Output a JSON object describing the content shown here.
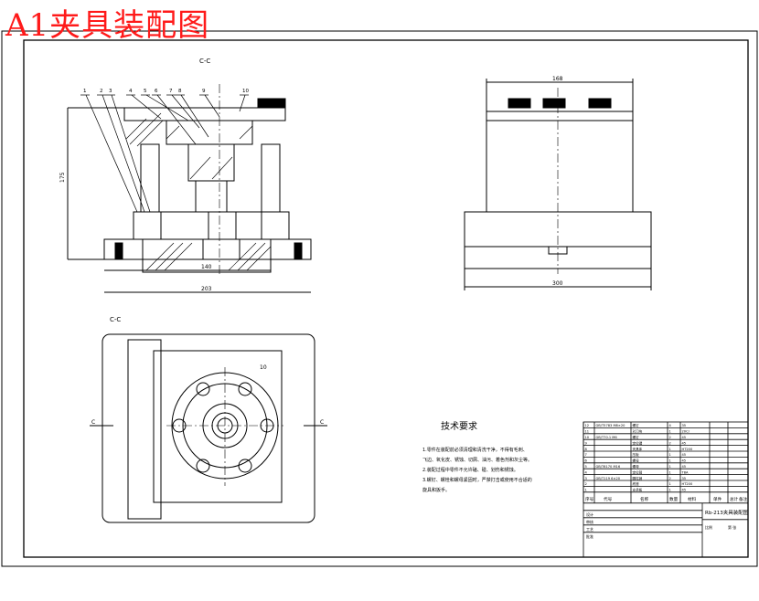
{
  "title": "A1夹具装配图",
  "section_labels": {
    "top": "C-C",
    "bottom": "C-C",
    "left_mark": "C",
    "right_mark": "C"
  },
  "part_numbers": [
    "1",
    "2",
    "3",
    "4",
    "5",
    "6",
    "7",
    "8",
    "9",
    "10"
  ],
  "extra_label": "10",
  "dimensions": {
    "front_width": "140",
    "front_overall": "203",
    "front_height": "175",
    "side_top": "168",
    "side_bottom": "300"
  },
  "tech": {
    "heading": "技术要求",
    "lines": [
      "1.零件在装配前必须清理和清洗干净，不得有毛刺、",
      "飞边、氧化皮、锈蚀、切屑、油污、着色剂和灰尘等。",
      "2.装配过程中零件不允许磕、碰、划伤和锈蚀。",
      "3.螺钉、螺栓和螺母紧固时，严禁打击或使用不合适的",
      "旋具和扳手。"
    ]
  },
  "title_block": {
    "drawing_name": "Rb-213夹具装配图",
    "headers": [
      "序号",
      "代号",
      "名称",
      "数量",
      "材料",
      "单件",
      "总计",
      "备注"
    ],
    "rows": [
      [
        "12",
        "GB/T5783 M8×20",
        "螺钉",
        "4",
        "35"
      ],
      [
        "11",
        "",
        "对刀块",
        "1",
        "20Cr"
      ],
      [
        "10",
        "GB/T70.1 M6",
        "螺钉",
        "2",
        "45"
      ],
      [
        "9",
        "",
        "定位键",
        "2",
        "45"
      ],
      [
        "8",
        "",
        "夹具体",
        "1",
        "HT200"
      ],
      [
        "7",
        "",
        "压板",
        "1",
        "45"
      ],
      [
        "6",
        "",
        "螺母",
        "1",
        "45"
      ],
      [
        "5",
        "GB/T6170 M16",
        "螺母",
        "1",
        "45"
      ],
      [
        "4",
        "",
        "定位销",
        "1",
        "T8A"
      ],
      [
        "3",
        "GB/T119 6×20",
        "圆柱销",
        "2",
        "35"
      ],
      [
        "2",
        "",
        "底座",
        "1",
        "HT200"
      ],
      [
        "1",
        "",
        "支承板",
        "1",
        "45"
      ]
    ],
    "label_design": "设计",
    "label_check": "审核",
    "label_process": "工艺",
    "label_approve": "批准",
    "scale_label": "比例",
    "sheet_label": "第 张"
  },
  "colors": {
    "title": "#ff1a1a",
    "line": "#000000"
  }
}
